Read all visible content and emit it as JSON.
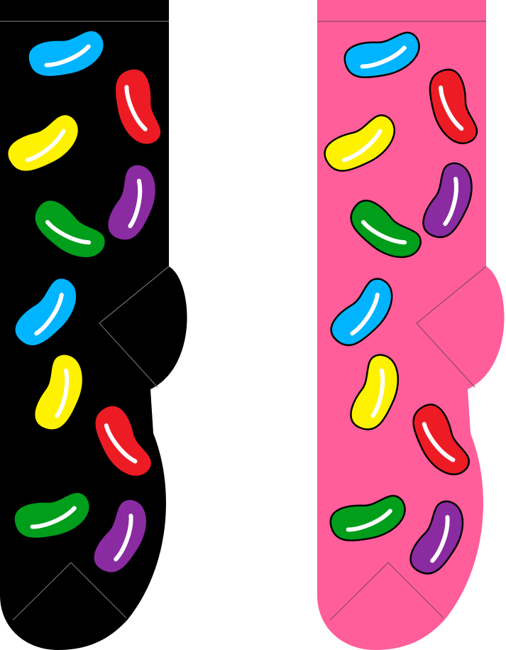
{
  "socks": [
    {
      "name": "black-jelly-bean-sock",
      "body_color": "#000000",
      "seam_color": "#6d6d6d",
      "bean_outline": "none"
    },
    {
      "name": "pink-jelly-bean-sock",
      "body_color": "#FF5E9A",
      "seam_color": "#8a4a66",
      "bean_outline": "#000000"
    }
  ],
  "bean_colors": {
    "blue": "#00B4FF",
    "red": "#ED1C24",
    "yellow": "#FFF200",
    "purple": "#8A2BA2",
    "green": "#009E1A",
    "highlight": "#FFFFFF"
  },
  "bean_sequence": [
    "blue",
    "red",
    "yellow",
    "purple",
    "green",
    "blue",
    "yellow",
    "red",
    "green",
    "purple"
  ]
}
